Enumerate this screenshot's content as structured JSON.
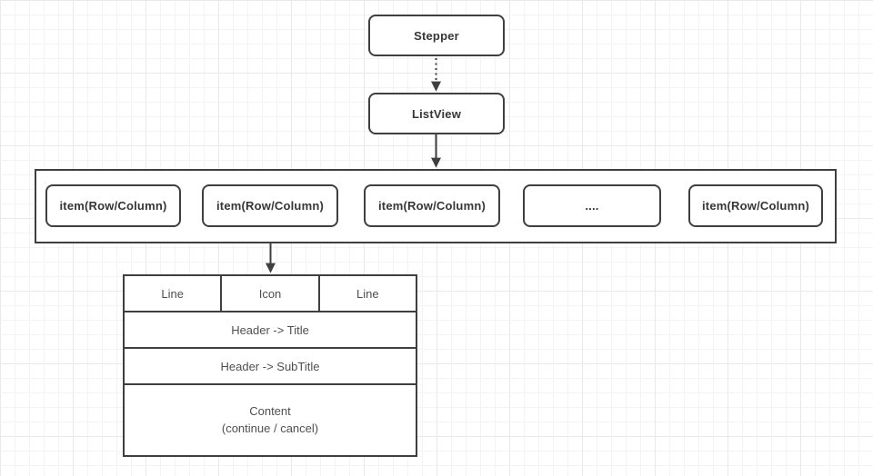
{
  "colors": {
    "border_color": "#3f3f3f",
    "text_color": "#363636",
    "card_text_color": "#4f4f4f",
    "grid_minor": "#f3f3f3",
    "grid_major": "#e9e9e9",
    "background": "#ffffff"
  },
  "nodes": {
    "stepper_label": "Stepper",
    "listview_label": "ListView"
  },
  "items_row": {
    "items": [
      {
        "label": "item(Row/Column)"
      },
      {
        "label": "item(Row/Column)"
      },
      {
        "label": "item(Row/Column)"
      },
      {
        "label": "...."
      },
      {
        "label": "item(Row/Column)"
      }
    ]
  },
  "item_card": {
    "top_cells": [
      {
        "label": "Line"
      },
      {
        "label": "Icon"
      },
      {
        "label": "Line"
      }
    ],
    "title_row": "Header -> Title",
    "subtitle_row": "Header -> SubTitle",
    "content_title": "Content",
    "content_subtitle": "(continue / cancel)"
  }
}
